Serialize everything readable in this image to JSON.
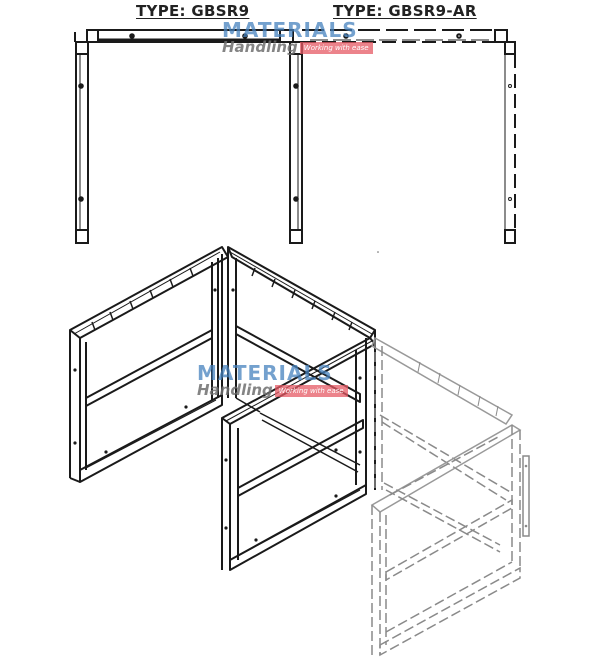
{
  "titles": {
    "left": "TYPE: GBSR9",
    "right": "TYPE: GBSR9-AR"
  },
  "watermark": {
    "brand_line1": "MATERIALS",
    "brand_line2": "Handling",
    "tagline": "Working with ease",
    "colors": {
      "brand_blue": "#4682be",
      "gray": "#6e6e6e",
      "tag_red": "#e65a64"
    }
  },
  "diagram": {
    "views": [
      {
        "name": "front-elevation-gbsr9",
        "style": "solid"
      },
      {
        "name": "front-elevation-gbsr9-ar",
        "style": "solid-plus-dashed-add-on"
      },
      {
        "name": "isometric-assembly",
        "style": "solid-frames-plus-ghosted-add-on"
      }
    ],
    "line_color": "#1a1a1a",
    "ghost_line_color": "#8a8a8a"
  }
}
